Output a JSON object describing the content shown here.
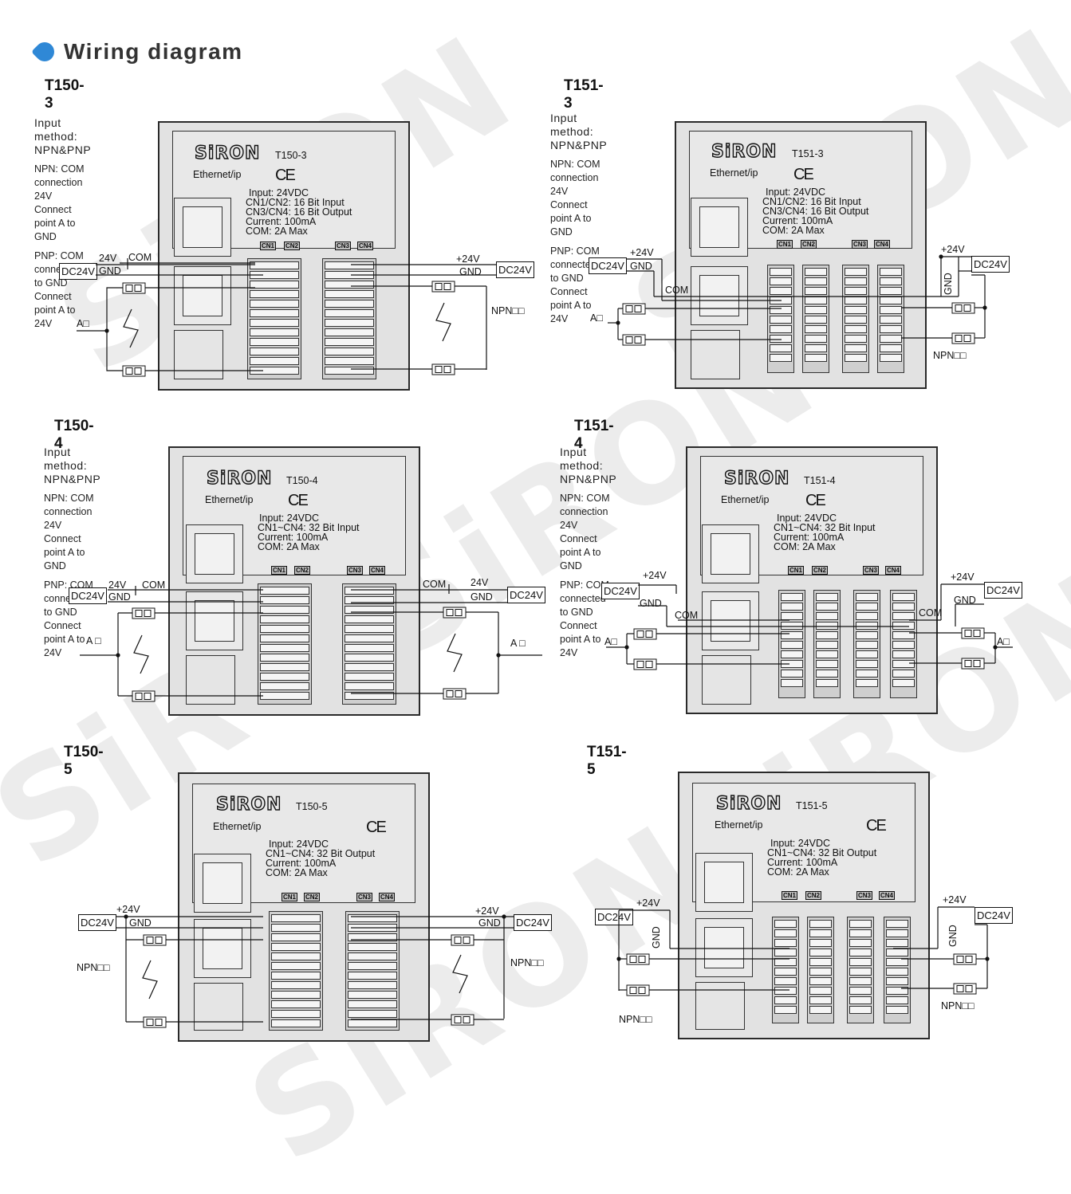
{
  "page": {
    "title": "Wiring diagram",
    "watermark": "SiRON"
  },
  "panels": [
    {
      "id": "t150-3",
      "title": "T150-3",
      "input_method": [
        "Input method:",
        "NPN&PNP"
      ],
      "npn": [
        "NPN: COM connection 24V",
        "Connect point A to GND"
      ],
      "pnp": [
        "PNP: COM connected to GND",
        "Connect point A to 24V"
      ],
      "brand": "SiRON",
      "model": "T150-3",
      "ethernet": "Ethernet/ip",
      "ce": "CE",
      "spec": [
        "Input: 24VDC",
        "CN1/CN2: 16 Bit Input",
        "CN3/CN4: 16 Bit Output",
        "Current: 100mA",
        "COM: 2A Max"
      ],
      "connectors": [
        "CN1",
        "CN2",
        "CN3",
        "CN4"
      ],
      "left_labels": {
        "dc": "DC24V",
        "v24": "24V",
        "gnd": "GND",
        "com": "COM",
        "a": "A□"
      },
      "right_labels": {
        "dc": "DC24V",
        "v24": "+24V",
        "gnd": "GND",
        "npn": "NPN□□"
      }
    },
    {
      "id": "t151-3",
      "title": "T151-3",
      "input_method": [
        "Input method:",
        "NPN&PNP"
      ],
      "npn": [
        "NPN: COM connection 24V",
        "Connect point A to GND"
      ],
      "pnp": [
        "PNP: COM connected to GND",
        "Connect point A to 24V"
      ],
      "brand": "SiRON",
      "model": "T151-3",
      "ethernet": "Ethernet/ip",
      "ce": "CE",
      "spec": [
        "Input: 24VDC",
        "CN1/CN2: 16 Bit Input",
        "CN3/CN4: 16 Bit Output",
        "Current: 100mA",
        "COM: 2A Max"
      ],
      "connectors": [
        "CN1",
        "CN2",
        "CN3",
        "CN4"
      ],
      "left_labels": {
        "dc": "DC24V",
        "v24": "+24V",
        "gnd": "GND",
        "com": "COM",
        "a": "A□"
      },
      "right_labels": {
        "dc": "DC24V",
        "v24": "+24V",
        "gnd": "GND",
        "npn": "NPN□□"
      }
    },
    {
      "id": "t150-4",
      "title": "T150-4",
      "input_method": [
        "Input method:",
        "NPN&PNP"
      ],
      "npn": [
        "NPN: COM connection 24V",
        "Connect point A to GND"
      ],
      "pnp": [
        "PNP: COM connected to GND",
        "Connect point A to 24V"
      ],
      "brand": "SiRON",
      "model": "T150-4",
      "ethernet": "Ethernet/ip",
      "ce": "CE",
      "spec": [
        "Input: 24VDC",
        "CN1~CN4: 32 Bit Input",
        "Current: 100mA",
        "COM: 2A Max"
      ],
      "connectors": [
        "CN1",
        "CN2",
        "CN3",
        "CN4"
      ],
      "left_labels": {
        "dc": "DC24V",
        "v24": "24V",
        "gnd": "GND",
        "com": "COM",
        "a": "A □"
      },
      "right_labels": {
        "dc": "DC24V",
        "v24": "24V",
        "gnd": "GND",
        "com": "COM",
        "a": "A □"
      }
    },
    {
      "id": "t151-4",
      "title": "T151-4",
      "input_method": [
        "Input method:",
        "NPN&PNP"
      ],
      "npn": [
        "NPN: COM connection 24V",
        "Connect point A to GND"
      ],
      "pnp": [
        "PNP: COM connected to GND",
        "Connect point A to 24V"
      ],
      "brand": "SiRON",
      "model": "T151-4",
      "ethernet": "Ethernet/ip",
      "ce": "CE",
      "spec": [
        "Input: 24VDC",
        "CN1~CN4: 32 Bit Input",
        "Current: 100mA",
        "COM: 2A Max"
      ],
      "connectors": [
        "CN1",
        "CN2",
        "CN3",
        "CN4"
      ],
      "left_labels": {
        "dc": "DC24V",
        "v24": "+24V",
        "gnd": "GND",
        "com": "COM",
        "a": "A□"
      },
      "right_labels": {
        "dc": "DC24V",
        "v24": "+24V",
        "gnd": "GND",
        "com": "COM",
        "a": "A□"
      }
    },
    {
      "id": "t150-5",
      "title": "T150-5",
      "brand": "SiRON",
      "model": "T150-5",
      "ethernet": "Ethernet/ip",
      "ce": "CE",
      "spec": [
        "Input: 24VDC",
        "CN1~CN4: 32 Bit Output",
        "Current: 100mA",
        "COM: 2A Max"
      ],
      "connectors": [
        "CN1",
        "CN2",
        "CN3",
        "CN4"
      ],
      "left_labels": {
        "dc": "DC24V",
        "v24": "+24V",
        "gnd": "GND",
        "npn": "NPN□□"
      },
      "right_labels": {
        "dc": "DC24V",
        "v24": "+24V",
        "gnd": "GND",
        "npn": "NPN□□"
      }
    },
    {
      "id": "t151-5",
      "title": "T151-5",
      "brand": "SiRON",
      "model": "T151-5",
      "ethernet": "Ethernet/ip",
      "ce": "CE",
      "spec": [
        "Input: 24VDC",
        "CN1~CN4: 32 Bit Output",
        "Current: 100mA",
        "COM: 2A Max"
      ],
      "connectors": [
        "CN1",
        "CN2",
        "CN3",
        "CN4"
      ],
      "left_labels": {
        "dc": "DC24V",
        "v24": "+24V",
        "gnd": "GND",
        "npn": "NPN□□"
      },
      "right_labels": {
        "dc": "DC24V",
        "v24": "+24V",
        "gnd": "GND",
        "npn": "NPN□□"
      }
    }
  ]
}
